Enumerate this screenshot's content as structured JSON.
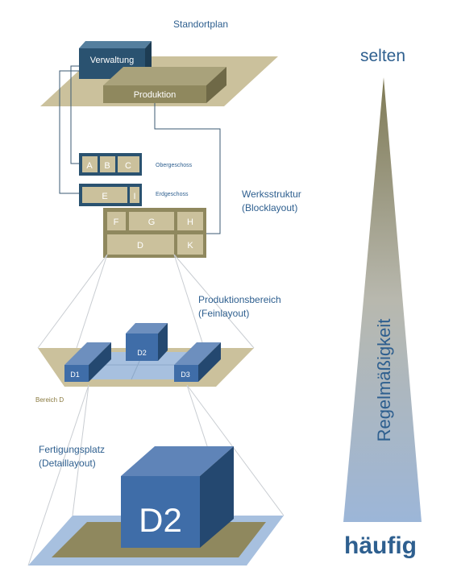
{
  "site_plan": {
    "title": "Standortplan",
    "admin_label": "Verwaltung",
    "production_label": "Produktion"
  },
  "floors": {
    "upper": {
      "label": "Obergeschoss",
      "cells": [
        "A",
        "B",
        "C"
      ]
    },
    "ground": {
      "label": "Erdgeschoss",
      "cells": [
        "E",
        "I"
      ]
    }
  },
  "works_structure": {
    "title_line1": "Werksstruktur",
    "title_line2": "(Blocklayout)",
    "cells": {
      "f": "F",
      "g": "G",
      "h": "H",
      "d": "D",
      "k": "K"
    }
  },
  "production_area": {
    "title_line1": "Produktionsbereich",
    "title_line2": "(Feinlayout)",
    "blocks": {
      "d1": "D1",
      "d2": "D2",
      "d3": "D3"
    },
    "area_label": "Bereich D"
  },
  "workstation": {
    "title_line1": "Fertigungsplatz",
    "title_line2": "(Detaillayout)",
    "block_label": "D2"
  },
  "regularity": {
    "top_label": "selten",
    "axis_label": "Regelmäßigkeit",
    "bottom_label": "häufig"
  },
  "colors": {
    "tan_plate": "#cbc19c",
    "olive": "#8f885e",
    "olive_dark": "#6f6947",
    "navy": "#2a5270",
    "blue_block": "#3f6da8",
    "light_blue": "#a7c0df",
    "label_blue": "#2e5f8f"
  }
}
